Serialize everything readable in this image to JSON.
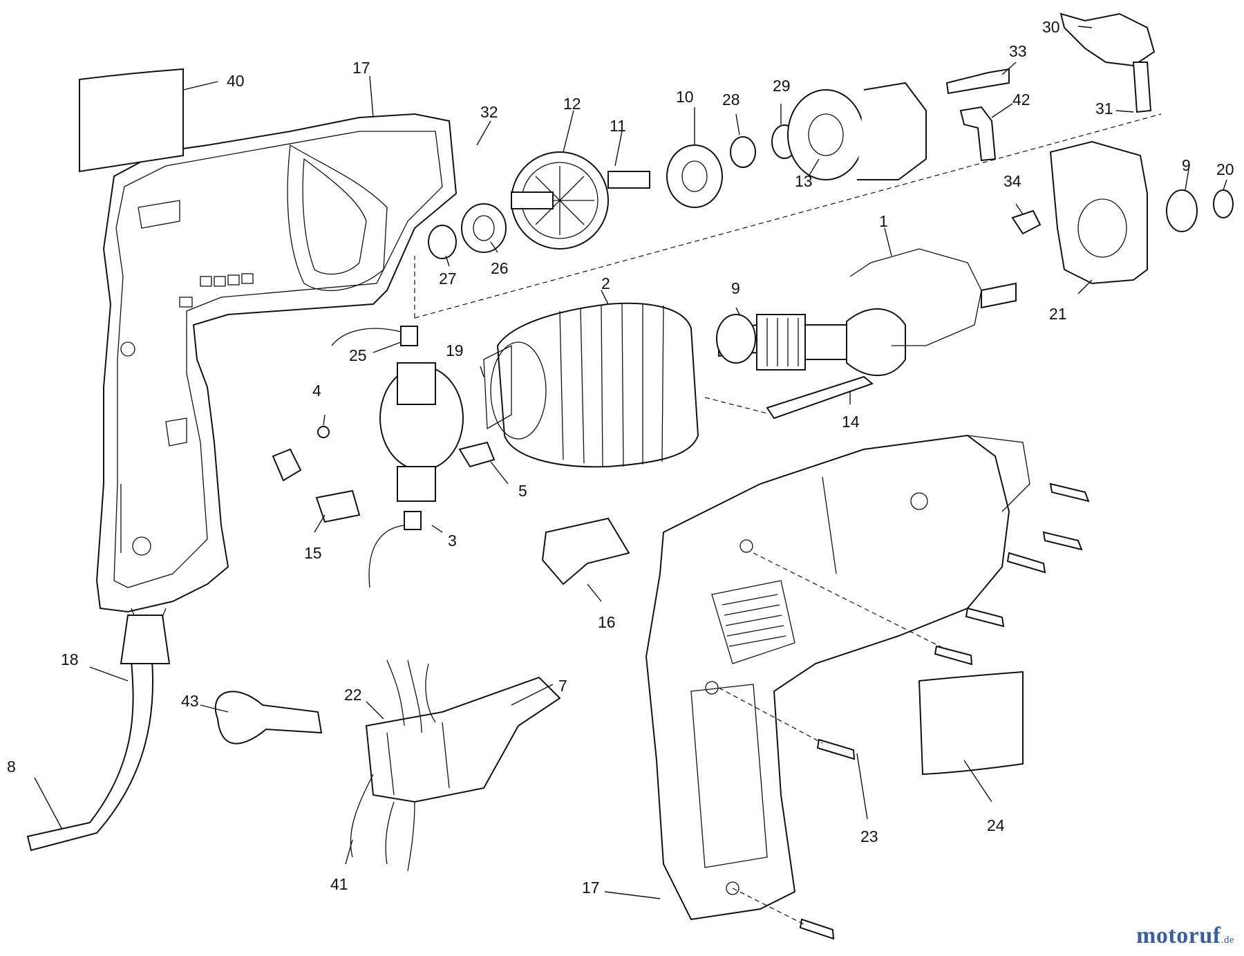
{
  "diagram": {
    "callouts": [
      {
        "id": "label-1",
        "text": "1"
      },
      {
        "id": "label-2",
        "text": "2"
      },
      {
        "id": "label-3",
        "text": "3"
      },
      {
        "id": "label-4",
        "text": "4"
      },
      {
        "id": "label-5",
        "text": "5"
      },
      {
        "id": "label-7",
        "text": "7"
      },
      {
        "id": "label-8",
        "text": "8"
      },
      {
        "id": "label-9a",
        "text": "9"
      },
      {
        "id": "label-9b",
        "text": "9"
      },
      {
        "id": "label-10",
        "text": "10"
      },
      {
        "id": "label-11",
        "text": "11"
      },
      {
        "id": "label-12",
        "text": "12"
      },
      {
        "id": "label-13",
        "text": "13"
      },
      {
        "id": "label-14",
        "text": "14"
      },
      {
        "id": "label-15",
        "text": "15"
      },
      {
        "id": "label-16",
        "text": "16"
      },
      {
        "id": "label-17a",
        "text": "17"
      },
      {
        "id": "label-17b",
        "text": "17"
      },
      {
        "id": "label-18",
        "text": "18"
      },
      {
        "id": "label-19",
        "text": "19"
      },
      {
        "id": "label-20",
        "text": "20"
      },
      {
        "id": "label-21",
        "text": "21"
      },
      {
        "id": "label-22",
        "text": "22"
      },
      {
        "id": "label-23",
        "text": "23"
      },
      {
        "id": "label-24",
        "text": "24"
      },
      {
        "id": "label-25",
        "text": "25"
      },
      {
        "id": "label-26",
        "text": "26"
      },
      {
        "id": "label-27",
        "text": "27"
      },
      {
        "id": "label-28",
        "text": "28"
      },
      {
        "id": "label-29",
        "text": "29"
      },
      {
        "id": "label-30",
        "text": "30"
      },
      {
        "id": "label-31",
        "text": "31"
      },
      {
        "id": "label-32",
        "text": "32"
      },
      {
        "id": "label-33",
        "text": "33"
      },
      {
        "id": "label-34",
        "text": "34"
      },
      {
        "id": "label-40",
        "text": "40"
      },
      {
        "id": "label-41",
        "text": "41"
      },
      {
        "id": "label-42",
        "text": "42"
      },
      {
        "id": "label-43",
        "text": "43"
      }
    ]
  },
  "watermark": {
    "name": "motoruf",
    "tld": ".de"
  }
}
